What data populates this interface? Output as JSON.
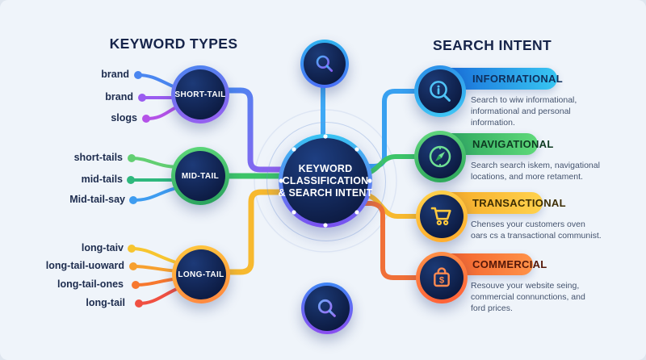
{
  "palette": {
    "bg": "#eff4fa",
    "ink": "#16244a",
    "label": "#1d2c4e",
    "desc": "#44536e",
    "blue1": "#4a86f0",
    "purple1": "#9a5cf0",
    "magenta": "#b452e8",
    "green1": "#62cf72",
    "teal": "#2eb87d",
    "blue2": "#3e9cf0",
    "yellow1": "#f7c52f",
    "amber": "#f7a02f",
    "orange1": "#f7782f",
    "red1": "#f05042",
    "green2": "#3cc468",
    "gold": "#f7b92f",
    "skyblue": "#38a0f0",
    "orange2": "#f07038",
    "linkblue": "#3fa9f5"
  },
  "left": {
    "heading": "KEYWORD TYPES",
    "groups": [
      {
        "node": "SHORT-TAIL",
        "items": [
          {
            "label": "brand",
            "color": "#4a86f0"
          },
          {
            "label": "brand",
            "color": "#9a5cf0"
          },
          {
            "label": "slogs",
            "color": "#b452e8"
          }
        ]
      },
      {
        "node": "MID-TAIL",
        "items": [
          {
            "label": "short-tails",
            "color": "#62cf72"
          },
          {
            "label": "mid-tails",
            "color": "#2eb87d"
          },
          {
            "label": "Mid-tail-say",
            "color": "#3e9cf0"
          }
        ]
      },
      {
        "node": "LONG-TAIL",
        "items": [
          {
            "label": "long-taiv",
            "color": "#f7c52f"
          },
          {
            "label": "long-tail-uoward",
            "color": "#f7a02f"
          },
          {
            "label": "long-tail-ones",
            "color": "#f7782f"
          },
          {
            "label": "long-tail",
            "color": "#f05042"
          }
        ]
      }
    ]
  },
  "center": {
    "title_lines": [
      "KEYWORD",
      "CLASSIFICATION",
      "& SEARCH INTENT"
    ],
    "top_icon": "magnifier-icon",
    "bottom_icon": "magnifier-icon"
  },
  "right": {
    "heading": "SEARCH INTENT",
    "cards": [
      {
        "title": "INFORMATIONAL",
        "title_color": "#0f2f5c",
        "icon": "info-magnifier-icon",
        "accent": "#38c6f2",
        "desc": "Search to wiw informational, informational and personal information."
      },
      {
        "title": "NAVIGATIONAL",
        "title_color": "#0e3b22",
        "icon": "compass-icon",
        "accent": "#3cc468",
        "desc": "Search search iskem, navigational locations, and more retament."
      },
      {
        "title": "TRANSACTIONAL",
        "title_color": "#3d2e04",
        "icon": "shopping-cart-icon",
        "accent": "#ffc93d",
        "desc": "Chenses your customers oven oars cs a transactional communist."
      },
      {
        "title": "COMMERCIAL",
        "title_color": "#541708",
        "icon": "price-bag-icon",
        "accent": "#ff7a45",
        "desc": "Resouve your website seing, commercial connunctions, and ford prices."
      }
    ]
  }
}
